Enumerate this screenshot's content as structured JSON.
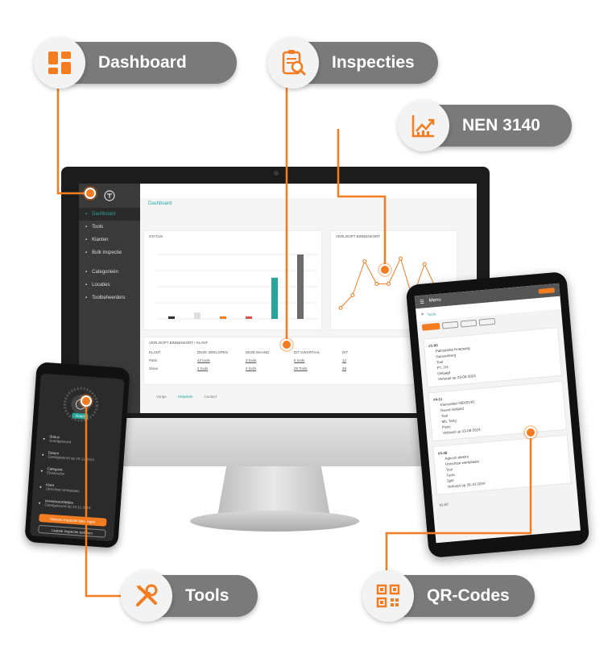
{
  "callouts": {
    "dashboard": "Dashboard",
    "inspecties": "Inspecties",
    "nen3140": "NEN 3140",
    "tools": "Tools",
    "qrcodes": "QR-Codes"
  },
  "colors": {
    "accent": "#f47c20",
    "pill": "#7a7a7a",
    "teal": "#26a69a"
  },
  "icons": {
    "dashboard": "dashboard-grid-icon",
    "inspecties": "clipboard-search-icon",
    "nen3140": "trend-chart-icon",
    "tools": "wrench-screwdriver-icon",
    "qrcodes": "qr-code-icon"
  },
  "desktop": {
    "page_title": "Dashboard",
    "sidebar": [
      {
        "label": "Dashboard",
        "active": true
      },
      {
        "label": "Tools"
      },
      {
        "label": "Klanten"
      },
      {
        "label": "Bulk inspectie"
      },
      {
        "label": "Categorieën"
      },
      {
        "label": "Locaties"
      },
      {
        "label": "Toolbeheerders"
      }
    ],
    "status_title": "STATUS",
    "verloop_title": "VERLOOPT BINNENKORT",
    "table_title": "VERLOOPT BINNENKORT / KLANT",
    "table_headers": [
      "KLANT",
      "DEZE VERLOPEN",
      "DEZE MAAND",
      "DIT KWARTAAL",
      "DIT"
    ],
    "table_rows": [
      [
        "Paris",
        "42 tools",
        "3 tools",
        "5 tools",
        "12"
      ],
      [
        "Sioux",
        "2 tools",
        "2 tools",
        "28 Tools",
        "28"
      ]
    ],
    "footer": [
      "Vorige",
      "Helpdesk",
      "Contact"
    ]
  },
  "status_chart": {
    "values": [
      2,
      5,
      2,
      2,
      32,
      50
    ],
    "colors": [
      "#333333",
      "#e0e0e0",
      "#f47c20",
      "#d9534f",
      "#26a69a",
      "#6b6b6b"
    ]
  },
  "verloop_chart": {
    "values": [
      5,
      14,
      38,
      22,
      22,
      40,
      12,
      36,
      18,
      16
    ]
  },
  "tablet": {
    "menu": "Menu",
    "section": "Tools",
    "items": [
      {
        "code": "#1-00",
        "lines": [
          "Palmstedts Kneptang",
          "Ganzenburg",
          "Tool",
          "PT. 2/4",
          "Gelaagt",
          "Verloopt op 23-08-2024"
        ]
      },
      {
        "code": "#4-11",
        "lines": [
          "Klemzetter NEN3140",
          "Noord Holland",
          "Tool",
          "MIL Tang",
          "Paris",
          "Verloopt op 23-08-2024"
        ]
      },
      {
        "code": "#3-46",
        "lines": [
          "Aqicom elektro",
          "Utrechtse werkplaats",
          "Tool",
          "Tools",
          "Split",
          "Verloopt op 28-10-2024"
        ]
      }
    ],
    "last": "#1-07"
  },
  "phone": {
    "badge": "Goed",
    "rows": [
      {
        "title": "Status",
        "sub": "Goedgekeurd"
      },
      {
        "title": "Datum",
        "sub": "Goedgekeurd op 24-11-2024"
      },
      {
        "title": "Categorie",
        "sub": "Elektrische"
      },
      {
        "title": "Klant",
        "sub": "Utrechtse werkplaats"
      },
      {
        "title": "Verantwoordelijke",
        "sub": "Goedgekeurd op 24-11-2024"
      }
    ],
    "btn_primary": "Nieuwe inspectie toevoegen",
    "btn_secondary": "Laatste inspectie bekijken"
  }
}
